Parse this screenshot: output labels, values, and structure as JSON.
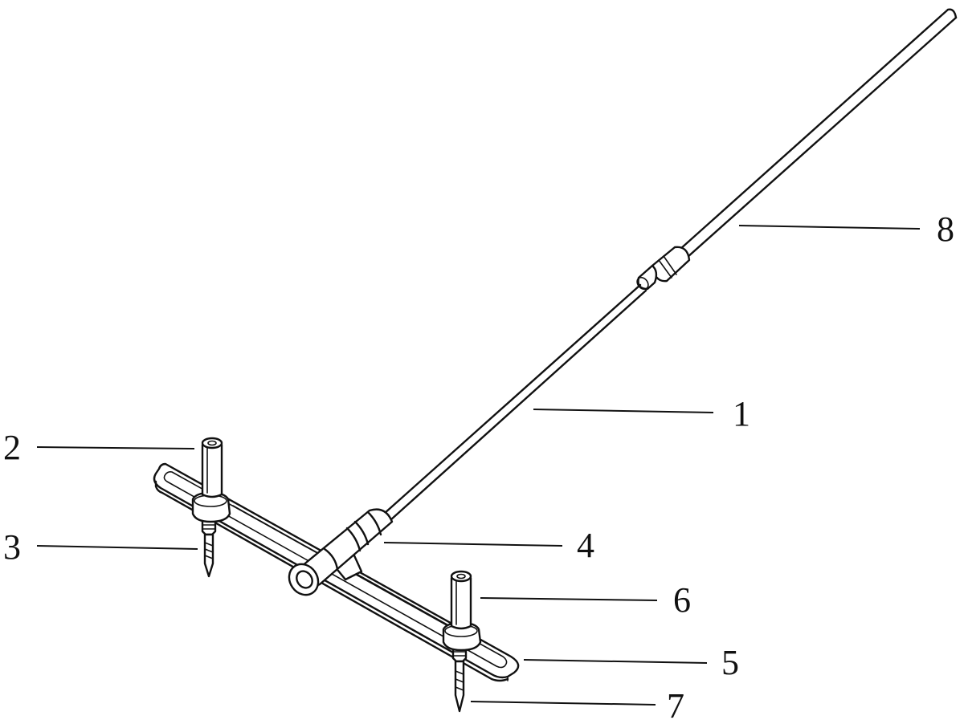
{
  "figure": {
    "parts": [
      {
        "id": "rod",
        "label": "1"
      },
      {
        "id": "left-upright-post",
        "label": "2"
      },
      {
        "id": "left-pin",
        "label": "3"
      },
      {
        "id": "pivot-sleeve",
        "label": "4"
      },
      {
        "id": "slotted-crossbar",
        "label": "5"
      },
      {
        "id": "right-upright-post",
        "label": "6"
      },
      {
        "id": "right-pin",
        "label": "7"
      },
      {
        "id": "extension-rod",
        "label": "8"
      }
    ]
  }
}
